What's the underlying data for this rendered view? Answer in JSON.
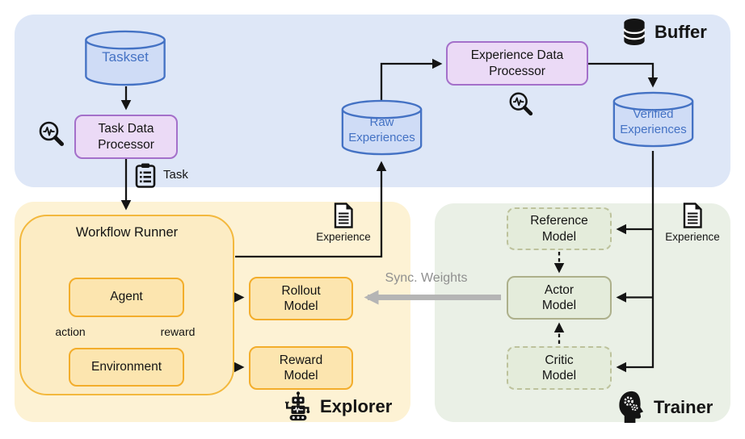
{
  "buffer": {
    "title": "Buffer",
    "taskset_label": "Taskset",
    "task_processor_label": "Task Data Processor",
    "experience_processor_label": "Experience Data Processor",
    "raw_experiences_label": "Raw Experiences",
    "verified_experiences_label": "Verified Experiences",
    "task_label": "Task"
  },
  "explorer": {
    "title": "Explorer",
    "workflow_runner_label": "Workflow Runner",
    "agent_label": "Agent",
    "environment_label": "Environment",
    "rollout_model_label": "Rollout Model",
    "reward_model_label": "Reward Model",
    "action_label": "action",
    "reward_label": "reward",
    "experience_label": "Experience"
  },
  "trainer": {
    "title": "Trainer",
    "reference_model_label": "Reference Model",
    "actor_model_label": "Actor Model",
    "critic_model_label": "Critic Model",
    "experience_label": "Experience",
    "sync_weights_label": "Sync. Weights"
  },
  "colors": {
    "buffer_bg": "#dee7f7",
    "explorer_bg": "#fdf2d4",
    "trainer_bg": "#eaf0e6",
    "blue_accent": "#4472c4",
    "cylinder_fill": "#cfdcf6",
    "purple_fill": "#ebdaf6",
    "purple_border": "#a470ca",
    "orange_fill": "#fce5af",
    "orange_border": "#f3ad2b",
    "workflow_fill": "#fcecc4",
    "green_fill": "#e4ecdb",
    "green_dashed_border": "#bdc29c",
    "actor_solid_border": "#adb08b",
    "gold_arrow": "#dfa126",
    "gray_arrow": "#b5b5b5",
    "arrow_black": "#141414"
  }
}
